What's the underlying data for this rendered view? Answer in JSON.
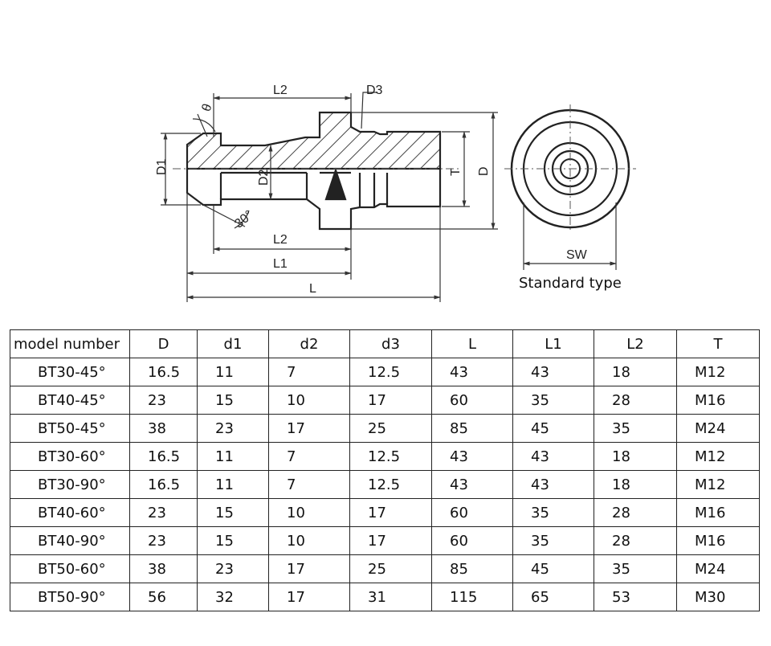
{
  "drawing": {
    "labels": {
      "theta": "θ",
      "l2_top": "L2",
      "d3": "D3",
      "d1": "D1",
      "d2": "D2",
      "angle30": "30°",
      "t": "T",
      "d": "D",
      "l2_bottom": "L2",
      "l1": "L1",
      "l": "L",
      "sw": "SW"
    },
    "caption": "Standard type"
  },
  "table": {
    "headers": [
      "model number",
      "D",
      "d1",
      "d2",
      "d3",
      "L",
      "L1",
      "L2",
      "T"
    ],
    "rows": [
      [
        "BT30-45°",
        "16.5",
        "11",
        "7",
        "12.5",
        "43",
        "43",
        "18",
        "M12"
      ],
      [
        "BT40-45°",
        "23",
        "15",
        "10",
        "17",
        "60",
        "35",
        "28",
        "M16"
      ],
      [
        "BT50-45°",
        "38",
        "23",
        "17",
        "25",
        "85",
        "45",
        "35",
        "M24"
      ],
      [
        "BT30-60°",
        "16.5",
        "11",
        "7",
        "12.5",
        "43",
        "43",
        "18",
        "M12"
      ],
      [
        "BT30-90°",
        "16.5",
        "11",
        "7",
        "12.5",
        "43",
        "43",
        "18",
        "M12"
      ],
      [
        "BT40-60°",
        "23",
        "15",
        "10",
        "17",
        "60",
        "35",
        "28",
        "M16"
      ],
      [
        "BT40-90°",
        "23",
        "15",
        "10",
        "17",
        "60",
        "35",
        "28",
        "M16"
      ],
      [
        "BT50-60°",
        "38",
        "23",
        "17",
        "25",
        "85",
        "45",
        "35",
        "M24"
      ],
      [
        "BT50-90°",
        "56",
        "32",
        "17",
        "31",
        "115",
        "65",
        "53",
        "M30"
      ]
    ]
  }
}
